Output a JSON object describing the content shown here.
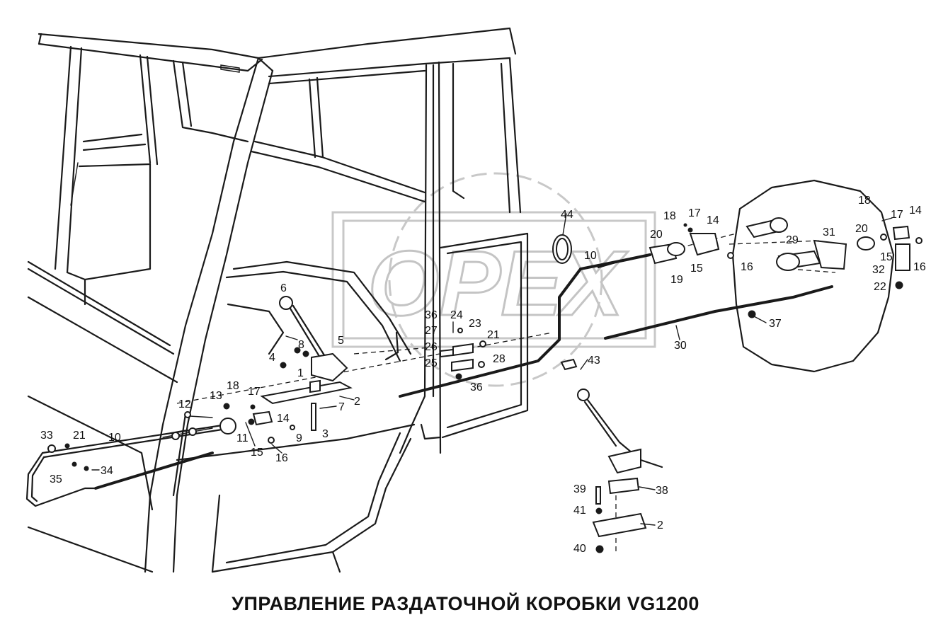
{
  "watermark": "OPEX",
  "title": "УПРАВЛЕНИЕ РАЗДАТОЧНОЙ КОРОБКИ VG1200",
  "callouts": [
    "1",
    "2",
    "3",
    "4",
    "5",
    "6",
    "7",
    "8",
    "9",
    "10",
    "11",
    "12",
    "13",
    "14",
    "15",
    "16",
    "17",
    "18",
    "19",
    "20",
    "21",
    "22",
    "23",
    "24",
    "25",
    "26",
    "27",
    "28",
    "29",
    "30",
    "31",
    "32",
    "33",
    "34",
    "35",
    "36",
    "37",
    "38",
    "39",
    "40",
    "41",
    "43",
    "44"
  ]
}
